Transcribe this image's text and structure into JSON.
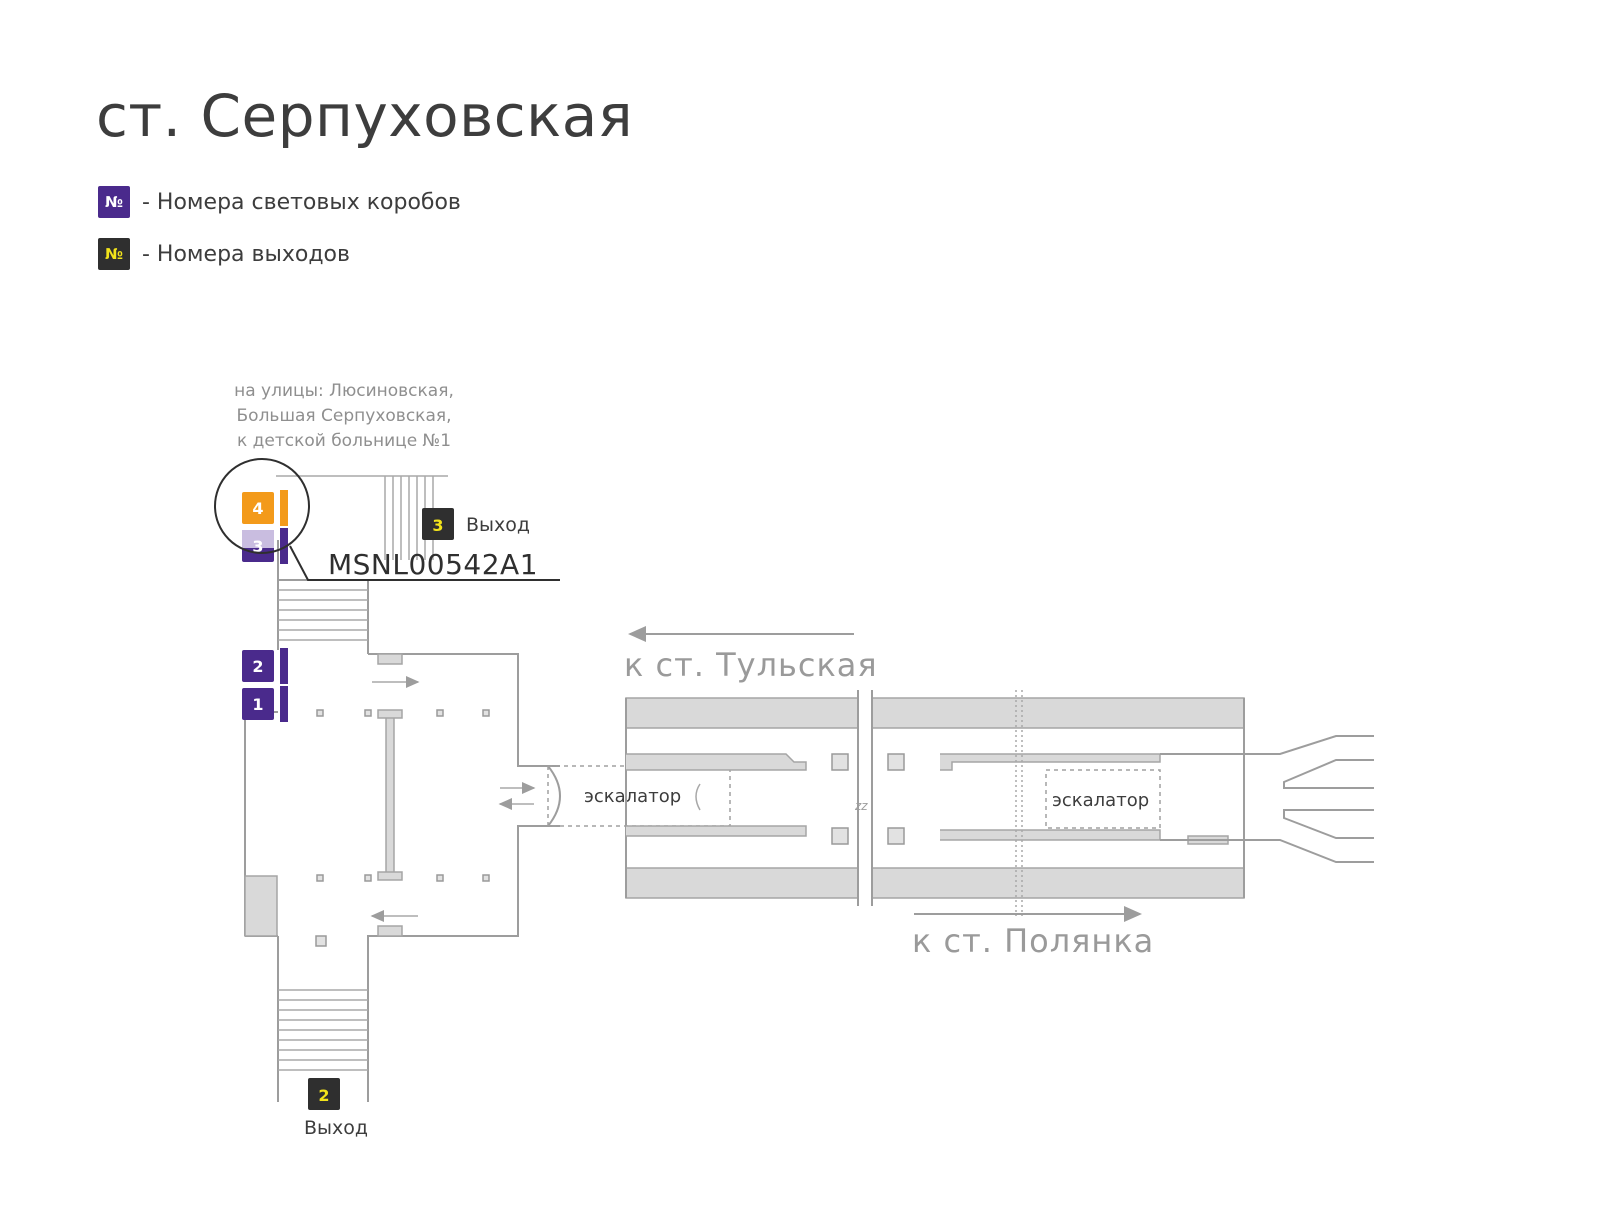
{
  "title": "ст. Серпуховская",
  "legend": [
    {
      "symbol": "№",
      "text": "- Номера световых коробов",
      "bg": "#4a2a8c",
      "fg": "#ffffff"
    },
    {
      "symbol": "№",
      "text": "- Номера выходов",
      "bg": "#2f2f2f",
      "fg": "#f2e31b"
    }
  ],
  "colors": {
    "lightbox": "#4a2a8c",
    "lightbox_faded": "#c9bde0",
    "highlight": "#f39a1a",
    "exit_box": "#2f2f2f",
    "exit_number": "#f2e31b",
    "walls": "#9d9d9d",
    "fill": "#d9d9d9"
  },
  "map": {
    "street_note": [
      "на улицы: Люсиновская,",
      "Большая Серпуховская,",
      "к детской больнице №1"
    ],
    "highlight_code": "MSNL00542A1",
    "lightboxes": [
      {
        "number": "4",
        "highlighted": true
      },
      {
        "number": "3",
        "faded": true
      },
      {
        "number": "2"
      },
      {
        "number": "1"
      }
    ],
    "exits": [
      {
        "number": "3",
        "label": "Выход"
      },
      {
        "number": "2",
        "label": "Выход"
      }
    ],
    "escalator_label_1": "эскалатор",
    "escalator_label_2": "эскалатор",
    "direction_tulskaya": "к ст. Тульская",
    "direction_polyanka": "к ст. Полянка"
  }
}
